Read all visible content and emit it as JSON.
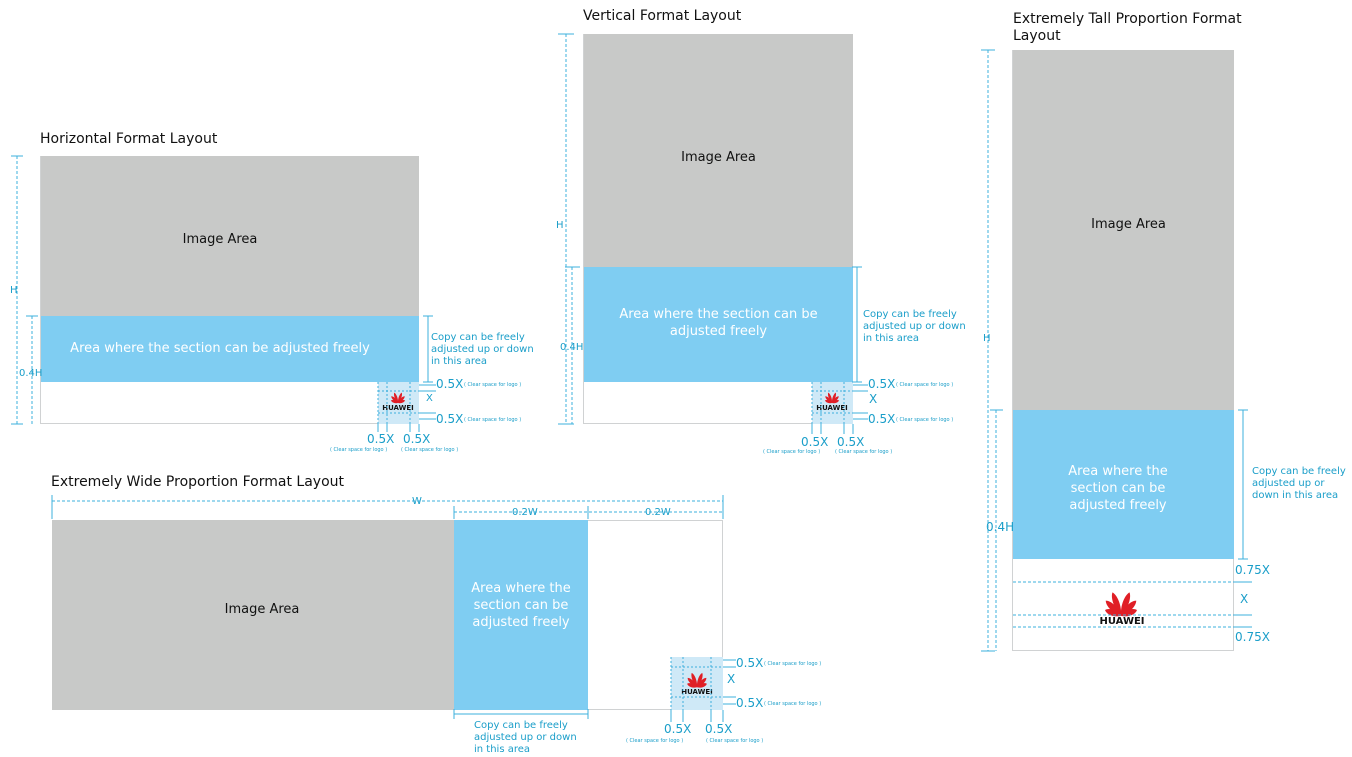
{
  "colors": {
    "image_area": "#c8c9c8",
    "section_area": "#7fcdf2",
    "guide": "#1a9ec9",
    "logo_red": "#e01f26",
    "logo_zone": "#cfe9f7"
  },
  "icons": [
    "huawei-logo-icon"
  ],
  "common": {
    "image_area": "Image Area",
    "copy_note": "Copy can be freely adjusted up or down in this area",
    "half_x": "0.5X",
    "x": "X",
    "three_quarter_x": "0.75X",
    "clear_space": "( Clear space for logo )",
    "h": "H",
    "point4h": "0.4H",
    "w": "W",
    "point2w": "0.2W",
    "brand": "HUAWEI"
  },
  "horizontal": {
    "title": "Horizontal Format Layout",
    "section": "Area where the section can be adjusted freely"
  },
  "vertical": {
    "title": "Vertical Format Layout",
    "section": "Area where the section can be adjusted freely"
  },
  "tall": {
    "title": "Extremely Tall Proportion Format Layout",
    "section": "Area where the section can be adjusted freely"
  },
  "wide": {
    "title": "Extremely Wide Proportion Format Layout",
    "section": "Area where the section can be adjusted freely"
  }
}
